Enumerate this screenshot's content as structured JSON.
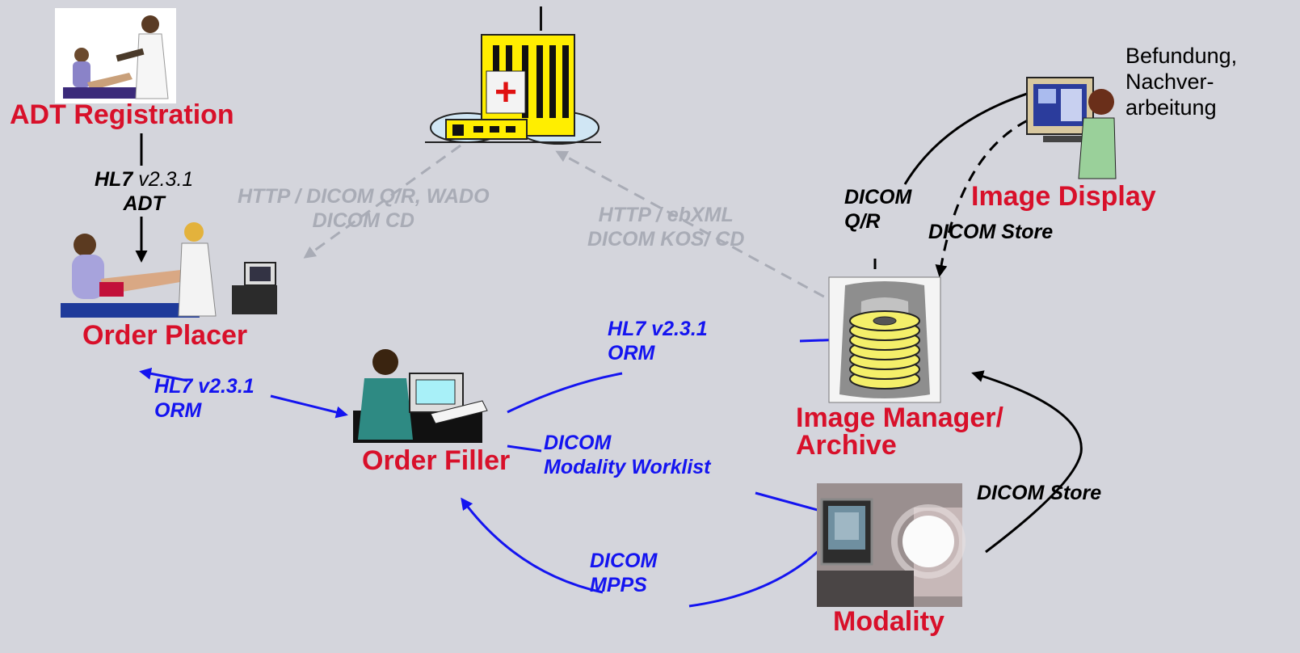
{
  "colors": {
    "background": "#d4d5dc",
    "actor_label": "#d8102a",
    "transaction_blue": "#1414f0",
    "transaction_black": "#000000",
    "transaction_gray": "#a9acb6"
  },
  "actors": {
    "adt": {
      "label": "ADT Registration",
      "icon": "doctor-examining-patient-icon"
    },
    "order_placer": {
      "label": "Order Placer",
      "icon": "patient-and-doctor-with-computer-icon"
    },
    "hospital": {
      "icon": "hospital-building-icon"
    },
    "order_filler": {
      "label": "Order Filler",
      "icon": "clerk-at-computer-icon"
    },
    "image_manager": {
      "label_line1": "Image Manager/",
      "label_line2": "Archive",
      "icon": "xray-archive-disk-icon"
    },
    "image_display": {
      "label": "Image Display",
      "icon": "radiologist-at-monitor-icon"
    },
    "modality": {
      "label": "Modality",
      "icon": "ct-scanner-icon"
    }
  },
  "note": {
    "line1": "Befundung,",
    "line2": "Nachver-",
    "line3": "arbeitung"
  },
  "transactions": {
    "adt_to_placer": {
      "line1_bold": "HL7",
      "line1_rest": "v2.3.1",
      "line2": "ADT"
    },
    "placer_filler": {
      "line1": "HL7 v2.3.1",
      "line2": "ORM"
    },
    "filler_manager": {
      "line1": "HL7 v2.3.1",
      "line2": "ORM"
    },
    "worklist": {
      "line1": "DICOM",
      "line2": "Modality Worklist"
    },
    "mpps": {
      "line1": "DICOM",
      "line2": "MPPS"
    },
    "modality_store": {
      "line1": "DICOM Store"
    },
    "query_retrieve": {
      "line1": "DICOM",
      "line2": "Q/R"
    },
    "display_store": {
      "line1": "DICOM Store"
    },
    "wado": {
      "line1": "HTTP / DICOM Q/R, WADO",
      "line2": "DICOM CD"
    },
    "ebxml": {
      "line1": "HTTP / ebXML",
      "line2": "DICOM KOS/ CD"
    }
  }
}
